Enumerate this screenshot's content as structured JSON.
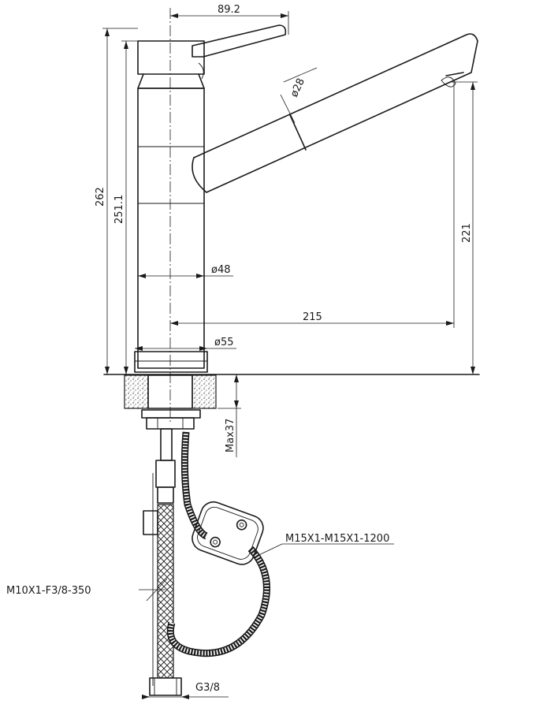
{
  "dimensions": {
    "top_width": "89.2",
    "total_height": "262",
    "body_height": "251.1",
    "spout_diameter": "ø28",
    "body_diameter": "ø48",
    "reach": "215",
    "base_diameter": "ø55",
    "spout_height": "221",
    "max_thickness": "Max37"
  },
  "labels": {
    "pullout_hose": "M15X1-M15X1-1200",
    "supply_hose": "M10X1-F3/8-350",
    "thread": "G3/8"
  }
}
